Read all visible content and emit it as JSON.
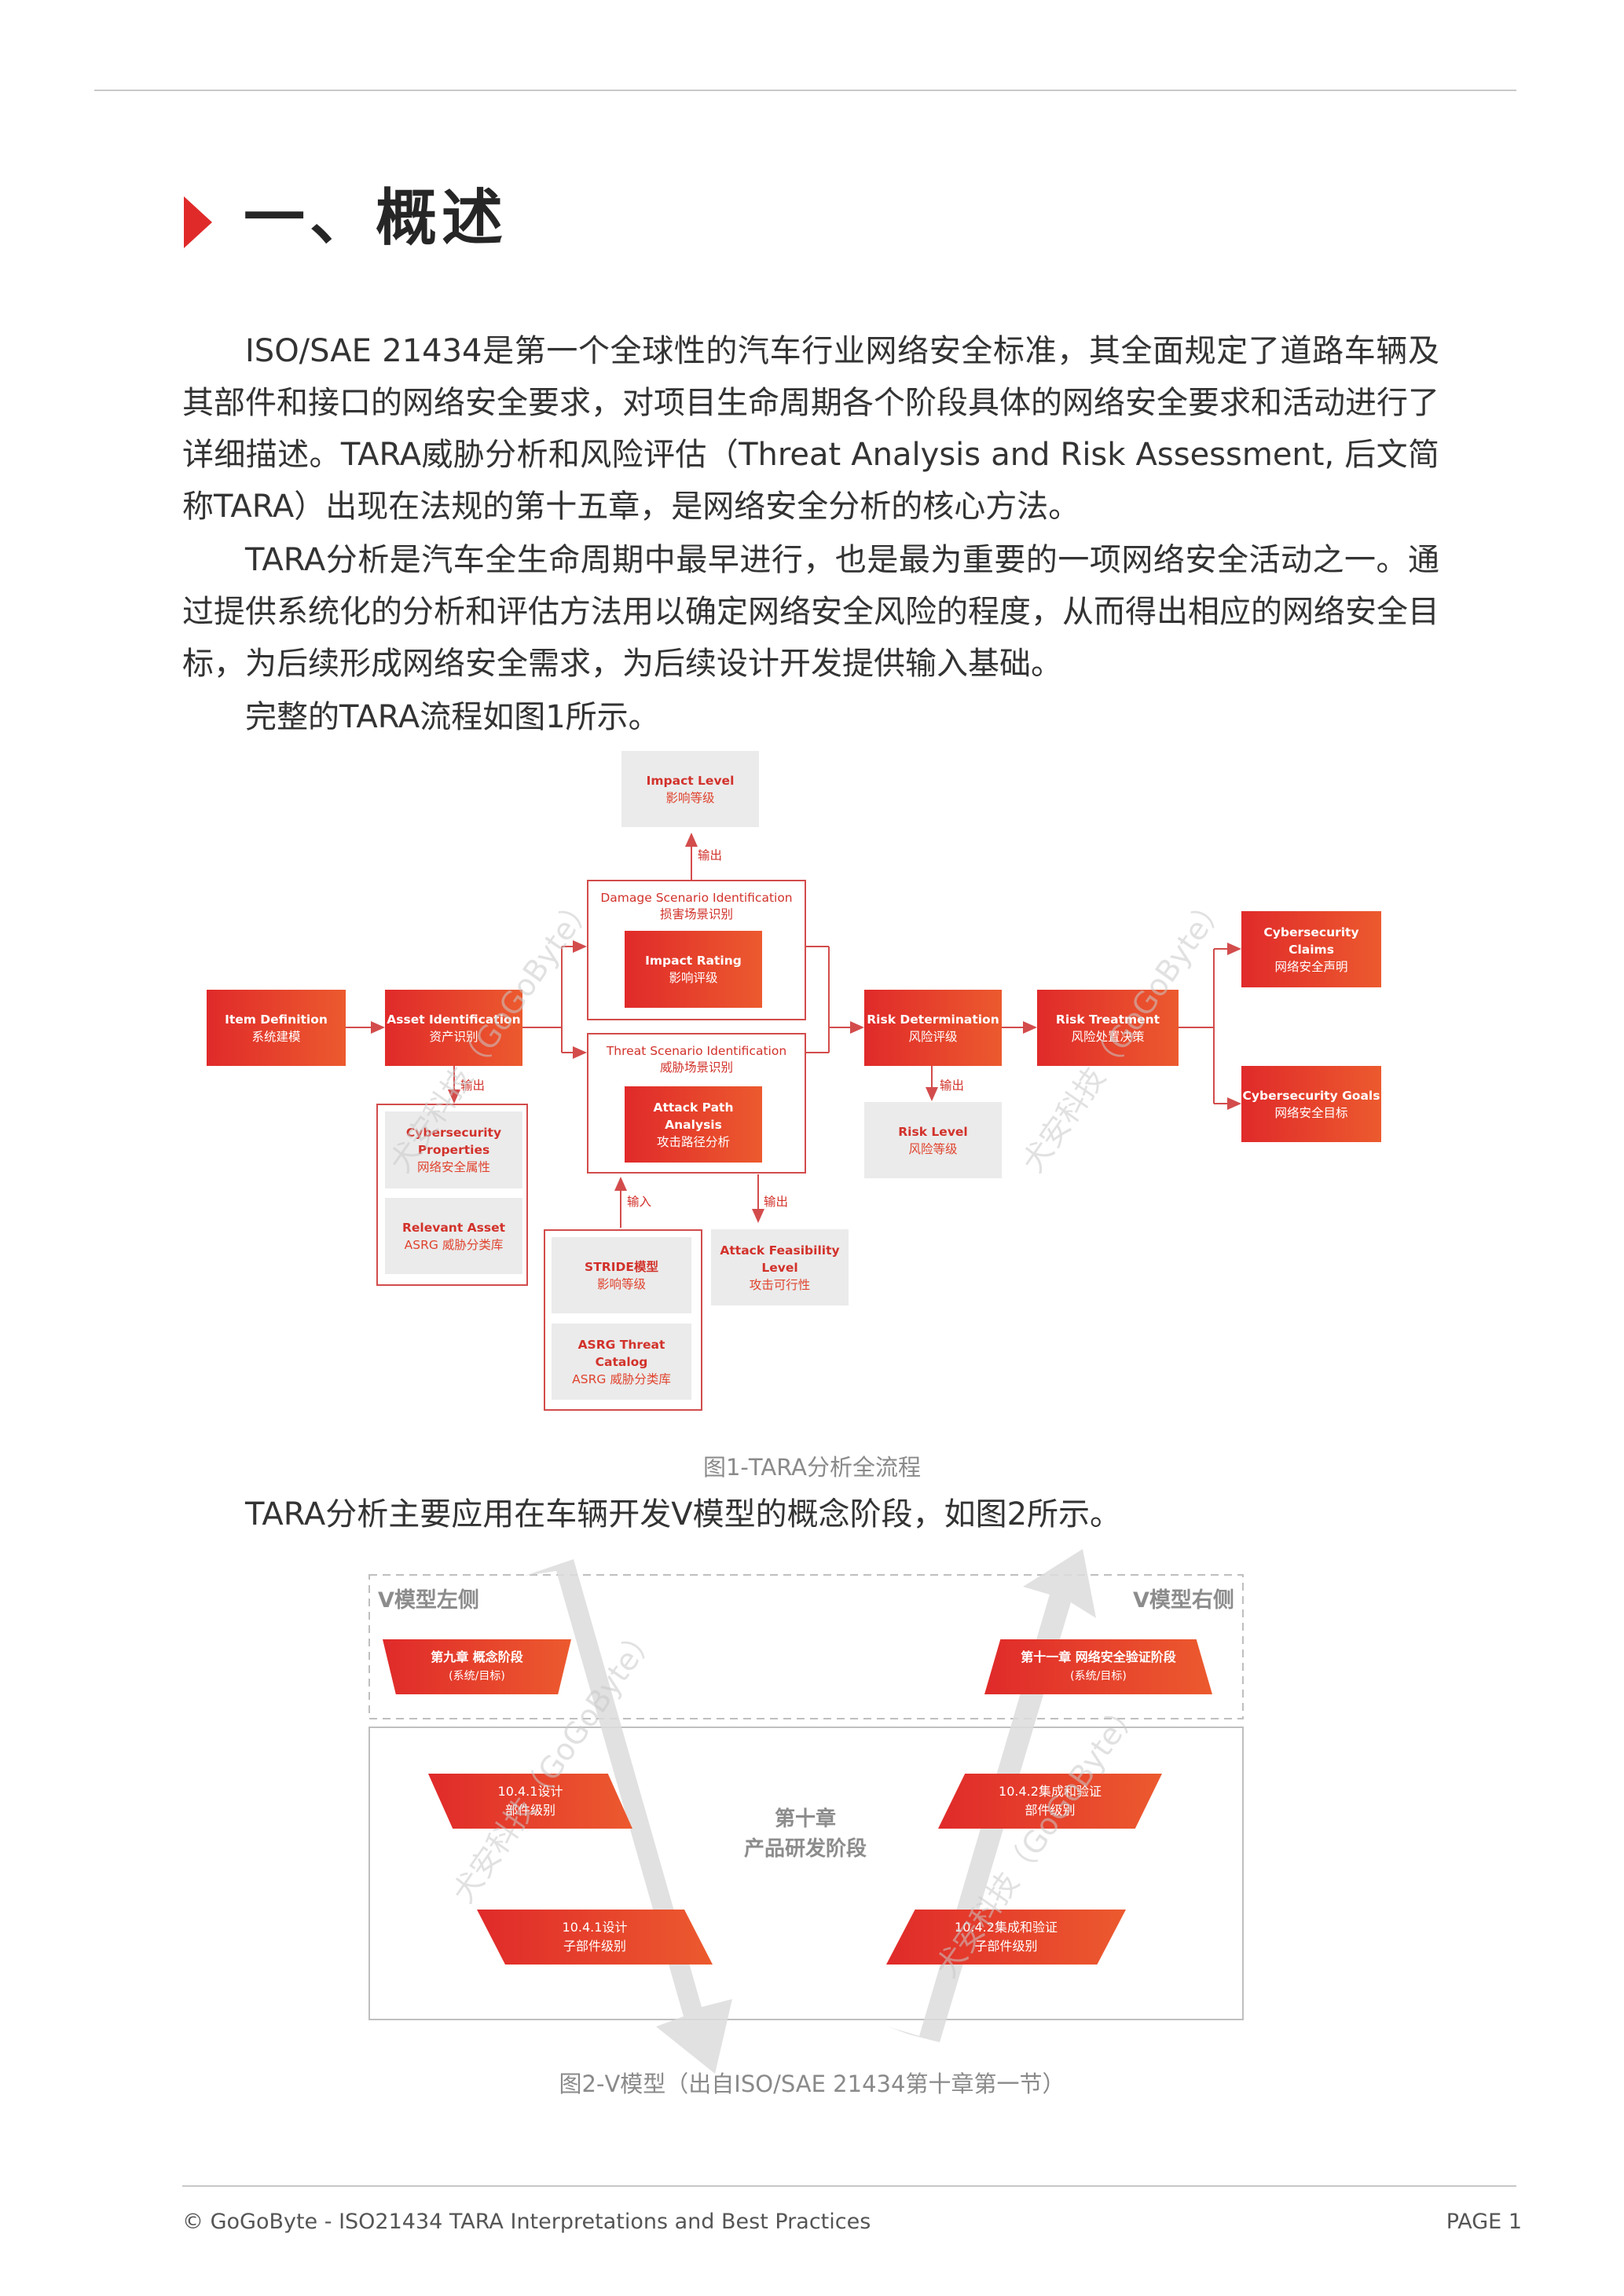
{
  "header": {},
  "section": {
    "title": "一、概述"
  },
  "paragraphs": [
    "ISO/SAE 21434是第一个全球性的汽车行业网络安全标准，其全面规定了道路车辆及其部件和接口的网络安全要求，对项目生命周期各个阶段具体的网络安全要求和活动进行了详细描述。TARA威胁分析和风险评估（Threat Analysis and Risk Assessment, 后文简称TARA）出现在法规的第十五章，是网络安全分析的核心方法。",
    "TARA分析是汽车全生命周期中最早进行，也是最为重要的一项网络安全活动之一。通过提供系统化的分析和评估方法用以确定网络安全风险的程度，从而得出相应的网络安全目标，为后续形成网络安全需求，为后续设计开发提供输入基础。",
    "完整的TARA流程如图1所示。"
  ],
  "figure1": {
    "caption": "图1-TARA分析全流程",
    "impact_level": {
      "en": "Impact Level",
      "cn": "影响等级"
    },
    "damage_frame": {
      "en": "Damage Scenario Identification",
      "cn": "损害场景识别"
    },
    "impact_rating": {
      "en": "Impact Rating",
      "cn": "影响评级"
    },
    "threat_frame": {
      "en": "Threat Scenario Identification",
      "cn": "威胁场景识别"
    },
    "attack_path": {
      "en": "Attack Path Analysis",
      "cn": "攻击路径分析"
    },
    "item_definition": {
      "en": "Item Definition",
      "cn": "系统建模"
    },
    "asset_identification": {
      "en": "Asset Identification",
      "cn": "资产识别"
    },
    "risk_determination": {
      "en": "Risk Determination",
      "cn": "风险评级"
    },
    "risk_treatment": {
      "en": "Risk Treatment",
      "cn": "风险处置决策"
    },
    "cyber_claims": {
      "en": "Cybersecurity Claims",
      "cn": "网络安全声明"
    },
    "cyber_goals": {
      "en": "Cybersecurity Goals",
      "cn": "网络安全目标"
    },
    "cyber_properties": {
      "en1": "Cybersecurity",
      "en2": "Properties",
      "cn": "网络安全属性"
    },
    "relevant_asset": {
      "en": "Relevant Asset",
      "cn": "ASRG 威胁分类库"
    },
    "risk_level": {
      "en": "Risk Level",
      "cn": "风险等级"
    },
    "stride": {
      "en": "STRIDE模型",
      "cn": "影响等级"
    },
    "asrg_catalog": {
      "en": "ASRG Threat Catalog",
      "cn": "ASRG 威胁分类库"
    },
    "attack_feasibility": {
      "en1": "Attack Feasibility",
      "en2": "Level",
      "cn": "攻击可行性"
    },
    "label_output": "输出",
    "label_input": "输入"
  },
  "paragraph_v": "TARA分析主要应用在车辆开发V模型的概念阶段，如图2所示。",
  "figure2": {
    "caption": "图2-V模型（出自ISO/SAE 21434第十章第一节）",
    "left_label": "V模型左侧",
    "right_label": "V模型右侧",
    "ch9": {
      "title": "第九章 概念阶段",
      "sub": "(系统/目标)"
    },
    "ch11": {
      "title": "第十一章 网络安全验证阶段",
      "sub": "(系统/目标)"
    },
    "ch10_title1": "第十章",
    "ch10_title2": "产品研发阶段",
    "d1": {
      "l1": "10.4.1设计",
      "l2": "部件级别"
    },
    "d2": {
      "l1": "10.4.1设计",
      "l2": "子部件级别"
    },
    "v1": {
      "l1": "10.4.2集成和验证",
      "l2": "部件级别"
    },
    "v2": {
      "l1": "10.4.2集成和验证",
      "l2": "子部件级别"
    }
  },
  "watermarks": [
    "犬安科技（GoGoByte）"
  ],
  "footer": {
    "left": "© GoGoByte - ISO21434 TARA  Interpretations and Best Practices",
    "right": "PAGE 1"
  },
  "colors": {
    "accent": "#e02a2a",
    "accent2": "#ec5a2e",
    "gray_box": "#ebebeb"
  }
}
